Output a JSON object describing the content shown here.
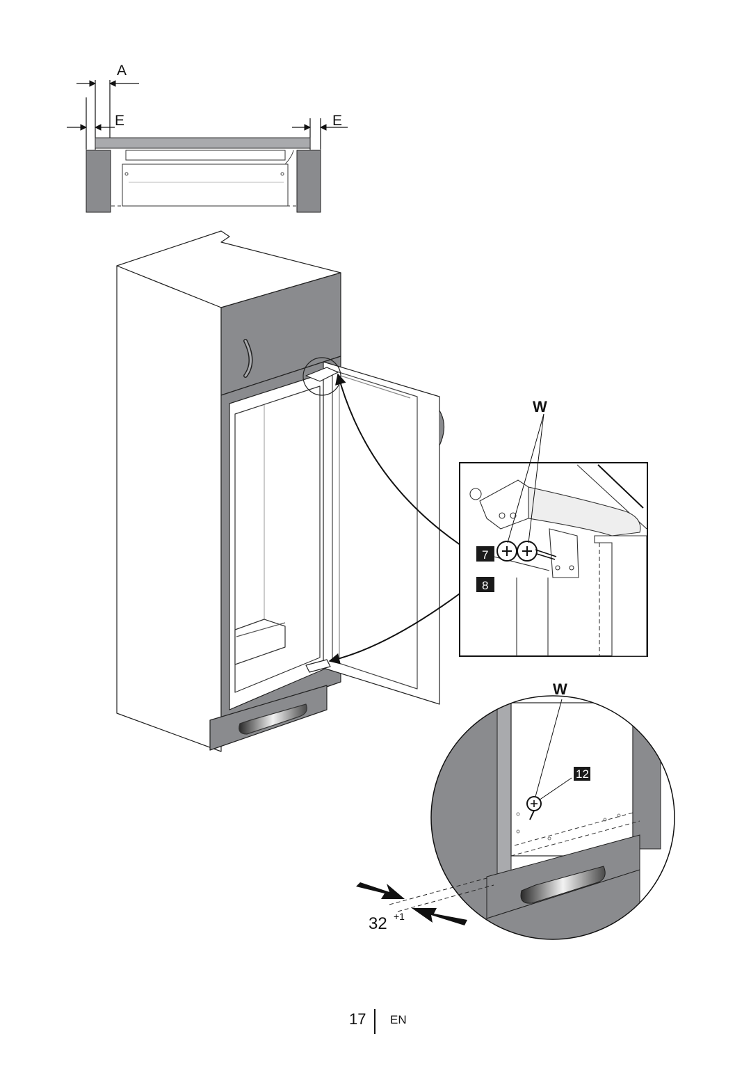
{
  "top_diagram": {
    "label_a": "A",
    "label_e_left": "E",
    "label_e_right": "E"
  },
  "callouts": {
    "w_upper": "W",
    "w_lower": "W",
    "step_7": "7",
    "step_8": "8",
    "step_12": "12",
    "dimension": "32",
    "dimension_tolerance": "+1"
  },
  "footer": {
    "page_number": "17",
    "language": "EN"
  },
  "colors": {
    "panel_dark": "#8a8b8e",
    "panel_mid": "#a9aaad",
    "line": "#1a1a1a",
    "box_fill": "#1a1a1a"
  }
}
